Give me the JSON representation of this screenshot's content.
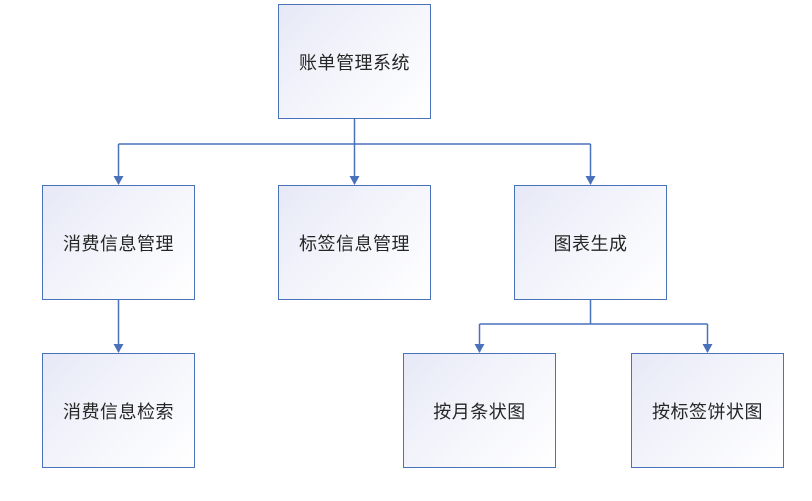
{
  "diagram": {
    "colors": {
      "line": "#4a72bb",
      "node_border": "#4a72bb",
      "node_fill_start": "#e6e9f6",
      "node_fill_end": "#ffffff",
      "text": "#262626"
    },
    "nodes": {
      "root": {
        "label": "账单管理系统"
      },
      "expense_info": {
        "label": "消费信息管理"
      },
      "tag_info": {
        "label": "标签信息管理"
      },
      "chart_gen": {
        "label": "图表生成"
      },
      "expense_search": {
        "label": "消费信息检索"
      },
      "monthly_bar": {
        "label": "按月条状图"
      },
      "tag_pie": {
        "label": "按标签饼状图"
      }
    },
    "edges": [
      {
        "from": "root",
        "to": "expense_info"
      },
      {
        "from": "root",
        "to": "tag_info"
      },
      {
        "from": "root",
        "to": "chart_gen"
      },
      {
        "from": "expense_info",
        "to": "expense_search"
      },
      {
        "from": "chart_gen",
        "to": "monthly_bar"
      },
      {
        "from": "chart_gen",
        "to": "tag_pie"
      }
    ]
  }
}
